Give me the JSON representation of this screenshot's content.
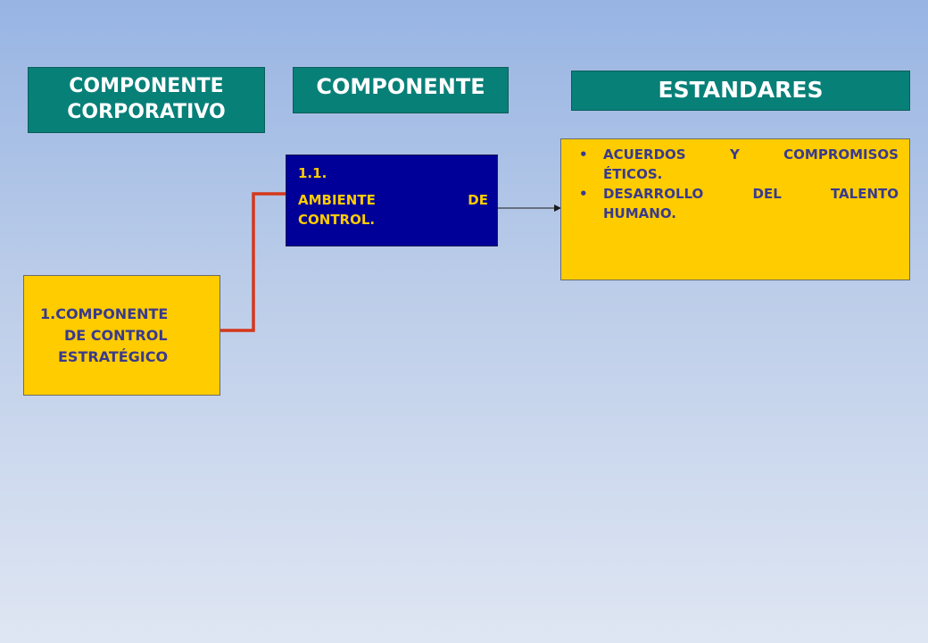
{
  "headers": {
    "corporate": [
      "COMPONENTE",
      "CORPORATIVO"
    ],
    "component": "COMPONENTE",
    "standards": "ESTANDARES"
  },
  "component_box": {
    "line1": "1.COMPONENTE",
    "line2": "DE CONTROL",
    "line3": "ESTRATÉGICO"
  },
  "subcomponent_box": {
    "number": "1.1.",
    "words": [
      "AMBIENTE",
      "DE"
    ],
    "last": "CONTROL."
  },
  "standards_box": {
    "items": [
      {
        "first_line": [
          "ACUERDOS",
          "Y",
          "COMPROMISOS"
        ],
        "second_line": "ÉTICOS."
      },
      {
        "first_line": [
          "DESARROLLO",
          "DEL",
          "TALENTO"
        ],
        "second_line": "HUMANO."
      }
    ]
  },
  "colors": {
    "header_bg": "#078078",
    "box_yellow": "#ffcc00",
    "box_navy": "#000099",
    "connector_red": "#d4371c"
  }
}
